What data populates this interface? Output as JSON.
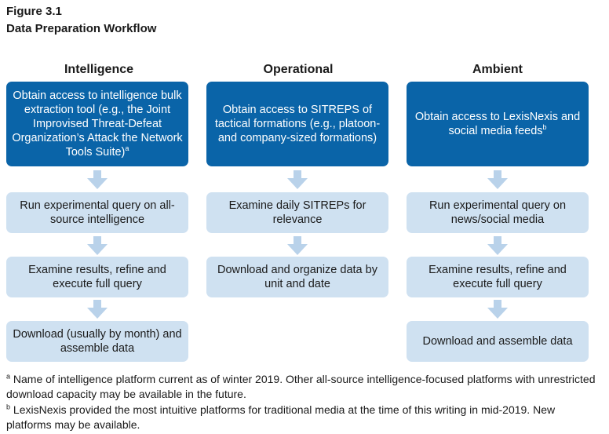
{
  "figure": {
    "label": "Figure 3.1",
    "title": "Data Preparation Workflow"
  },
  "columns": [
    {
      "heading": "Intelligence",
      "steps": [
        {
          "text": "Obtain access to intelligence bulk extraction tool (e.g., the Joint Improvised Threat-Defeat Organization’s Attack the Network Tools Suite)",
          "sup": "a"
        },
        {
          "text": "Run experimental query on all-source intelligence"
        },
        {
          "text": "Examine results, refine and execute full query"
        },
        {
          "text": "Download (usually by month) and assemble data"
        }
      ]
    },
    {
      "heading": "Operational",
      "steps": [
        {
          "text": "Obtain access to SITREPS of tactical formations (e.g., platoon- and company-sized formations)"
        },
        {
          "text": "Examine daily SITREPs for relevance"
        },
        {
          "text": "Download and organize data by unit and  date"
        }
      ]
    },
    {
      "heading": "Ambient",
      "steps": [
        {
          "text": "Obtain access to LexisNexis and social media feeds",
          "sup": "b"
        },
        {
          "text": "Run experimental query on news/social media"
        },
        {
          "text": "Examine results, refine and execute full query"
        },
        {
          "text": "Download and assemble data"
        }
      ]
    }
  ],
  "footnotes": [
    {
      "mark": "a",
      "text": "Name of intelligence platform current as of winter 2019. Other all-source intelligence-focused platforms with unrestricted download capacity may be available in the future."
    },
    {
      "mark": "b",
      "text": "LexisNexis provided the most intuitive platforms for traditional media at the time of this writing in mid-2019. New platforms may be available."
    }
  ],
  "colors": {
    "dark_box": "#0a64a8",
    "light_box": "#cfe1f1",
    "arrow": "#b9d2ea"
  }
}
